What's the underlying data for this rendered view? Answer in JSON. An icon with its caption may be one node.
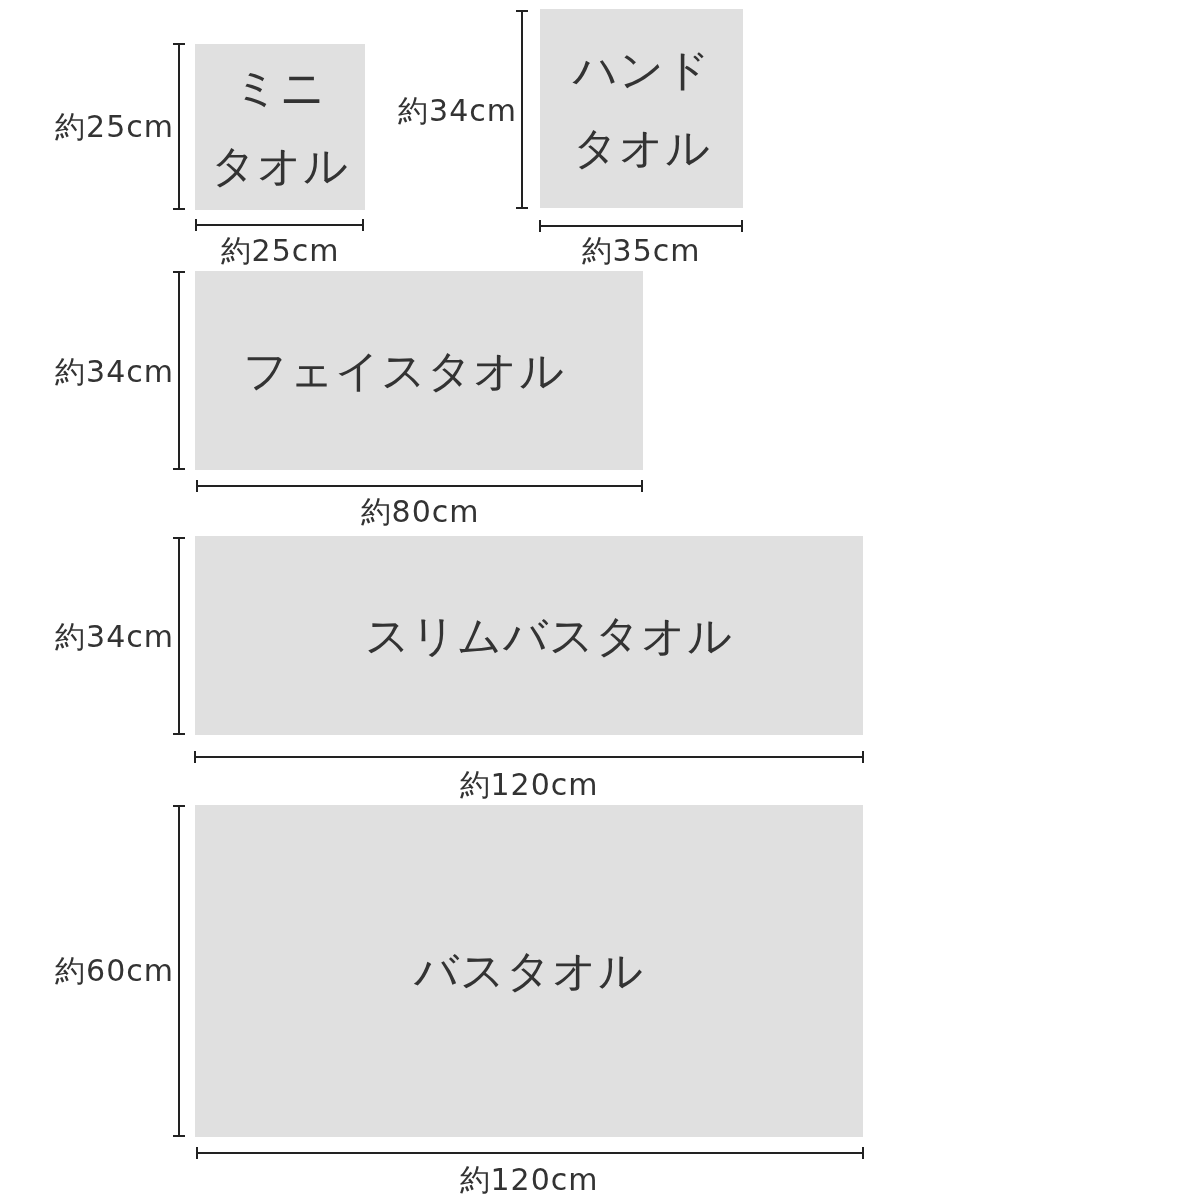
{
  "diagram": {
    "nodes": [
      {
        "text": [
          "ミニタオル"
        ]
      },
      {
        "text": [
          "ハンドタオル"
        ]
      },
      {
        "text": [
          "フェイスタオル"
        ]
      },
      {
        "text": [
          "スリムバスタオル"
        ]
      },
      {
        "text": [
          "バスタオル"
        ]
      }
    ],
    "labels": [
      "約25cm",
      "約34cm",
      "約25cm",
      "約35cm",
      "約34cm",
      "約80cm",
      "約34cm",
      "約120cm",
      "約60cm",
      "約120cm"
    ]
  }
}
